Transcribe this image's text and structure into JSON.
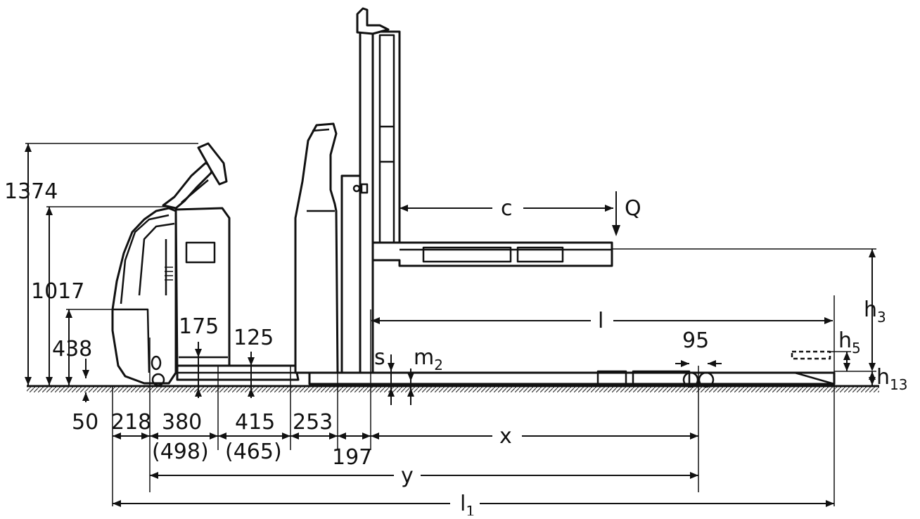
{
  "labels": {
    "h1374": "1374",
    "h1017": "1017",
    "h438": "438",
    "h50": "50",
    "d175": "175",
    "d125": "125",
    "c": "c",
    "Q": "Q",
    "h3": "h",
    "h3_sub": "3",
    "l": "l",
    "h5": "h",
    "h5_sub": "5",
    "h13": "h",
    "h13_sub": "13",
    "d95": "95",
    "s": "s",
    "m2": "m",
    "m2_sub": "2",
    "d218": "218",
    "d380": "380",
    "d415": "415",
    "d253": "253",
    "d498": "(498)",
    "d465": "(465)",
    "d197": "197",
    "x": "x",
    "y": "y",
    "l1": "l",
    "l1_sub": "1"
  }
}
